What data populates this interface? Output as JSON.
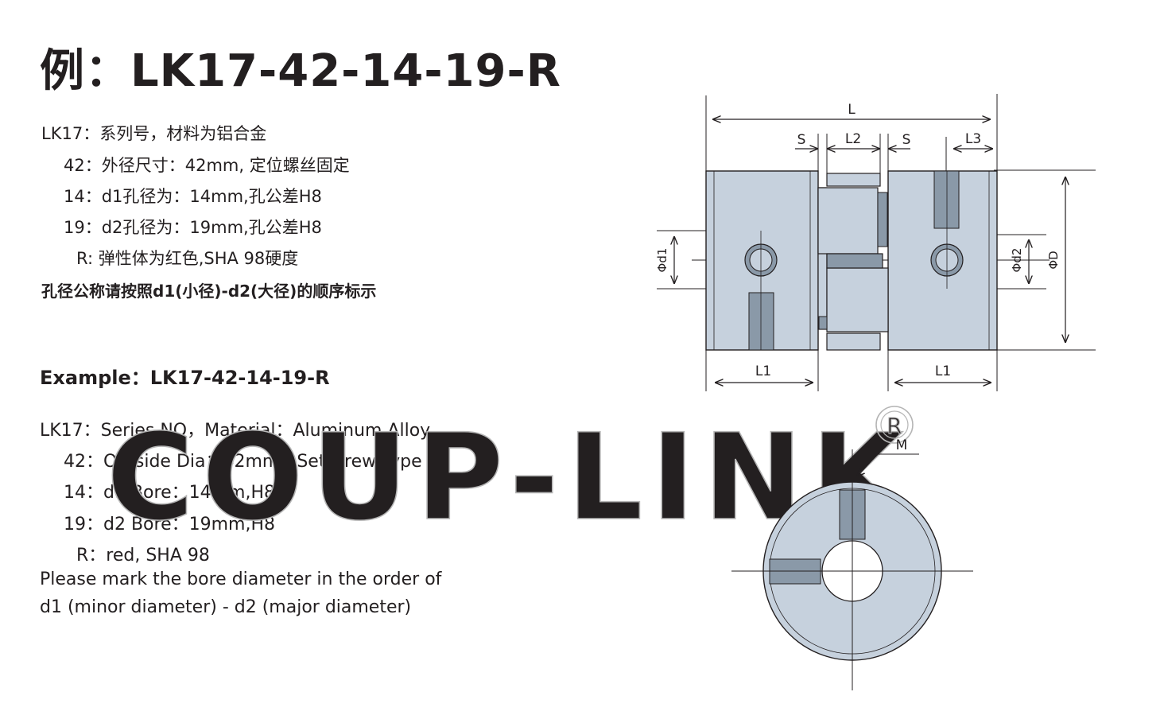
{
  "title": "例：LK17-42-14-19-R",
  "cn_lines": [
    "LK17：系列号，材料为铝合金",
    "42：外径尺寸：42mm, 定位螺丝固定",
    "14：d1孔径为：14mm,孔公差H8",
    "19：d2孔径为：19mm,孔公差H8",
    "R: 弹性体为红色,SHA  98硬度"
  ],
  "cn_note": "孔径公称请按照d1(小径)-d2(大径)的顺序标示",
  "example_title": "Example：LK17-42-14-19-R",
  "en_lines": [
    "LK17：Series NO，Material：Aluminum Alloy",
    "42：Outside Dia：42mm，Setscrew Type",
    "14：d1 Bore：14mm,H8",
    "19：d2 Bore：19mm,H8",
    "R：red, SHA 98"
  ],
  "en_note_1": "Please mark the bore diameter in the order of",
  "en_note_2": "d1 (minor diameter) - d2 (major diameter)",
  "watermark": "COUP-LINK",
  "registered_mark": "R",
  "dimension_labels": {
    "L": "L",
    "S_left": "S",
    "L2": "L2",
    "S_right": "S",
    "L3": "L3",
    "L1_left": "L1",
    "L1_right": "L1",
    "d1": "Φd1",
    "d2": "Φd2",
    "D": "ΦD",
    "M": "M"
  },
  "colors": {
    "body_fill": "#c6d1dd",
    "line": "#231f20",
    "hole_fill": "#8a99a8",
    "watermark_stroke": "#b5b5b5"
  }
}
